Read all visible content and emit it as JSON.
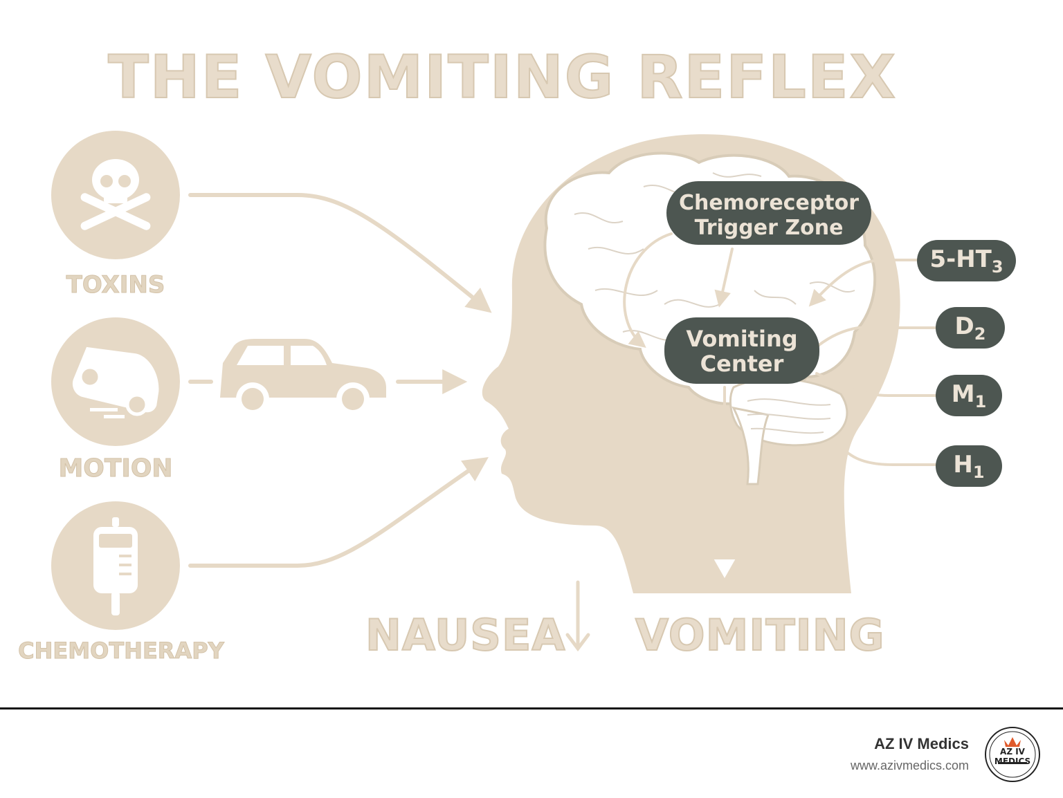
{
  "title": "THE VOMITING REFLEX",
  "triggers": [
    {
      "label": "TOXINS",
      "icon": "skull-crossbones-icon"
    },
    {
      "label": "MOTION",
      "icon": "car-motion-icon"
    },
    {
      "label": "CHEMOTHERAPY",
      "icon": "iv-bag-icon"
    }
  ],
  "brain": {
    "ctz_line1": "Chemoreceptor",
    "ctz_line2": "Trigger Zone",
    "vc_line1": "Vomiting",
    "vc_line2": "Center"
  },
  "receptors": [
    {
      "base": "5-HT",
      "sub": "3"
    },
    {
      "base": "D",
      "sub": "2"
    },
    {
      "base": "M",
      "sub": "1"
    },
    {
      "base": "H",
      "sub": "1"
    }
  ],
  "outcomes": {
    "nausea": "NAUSEA",
    "vomiting": "VOMITING"
  },
  "footer": {
    "brand": "AZ IV Medics",
    "url": "www.azivmedics.com",
    "logo_text": "AZ IV MEDICS"
  },
  "colors": {
    "beige": "#e6d9c6",
    "dark_pill": "#4d5651",
    "accent_text": "#ece3d6"
  }
}
